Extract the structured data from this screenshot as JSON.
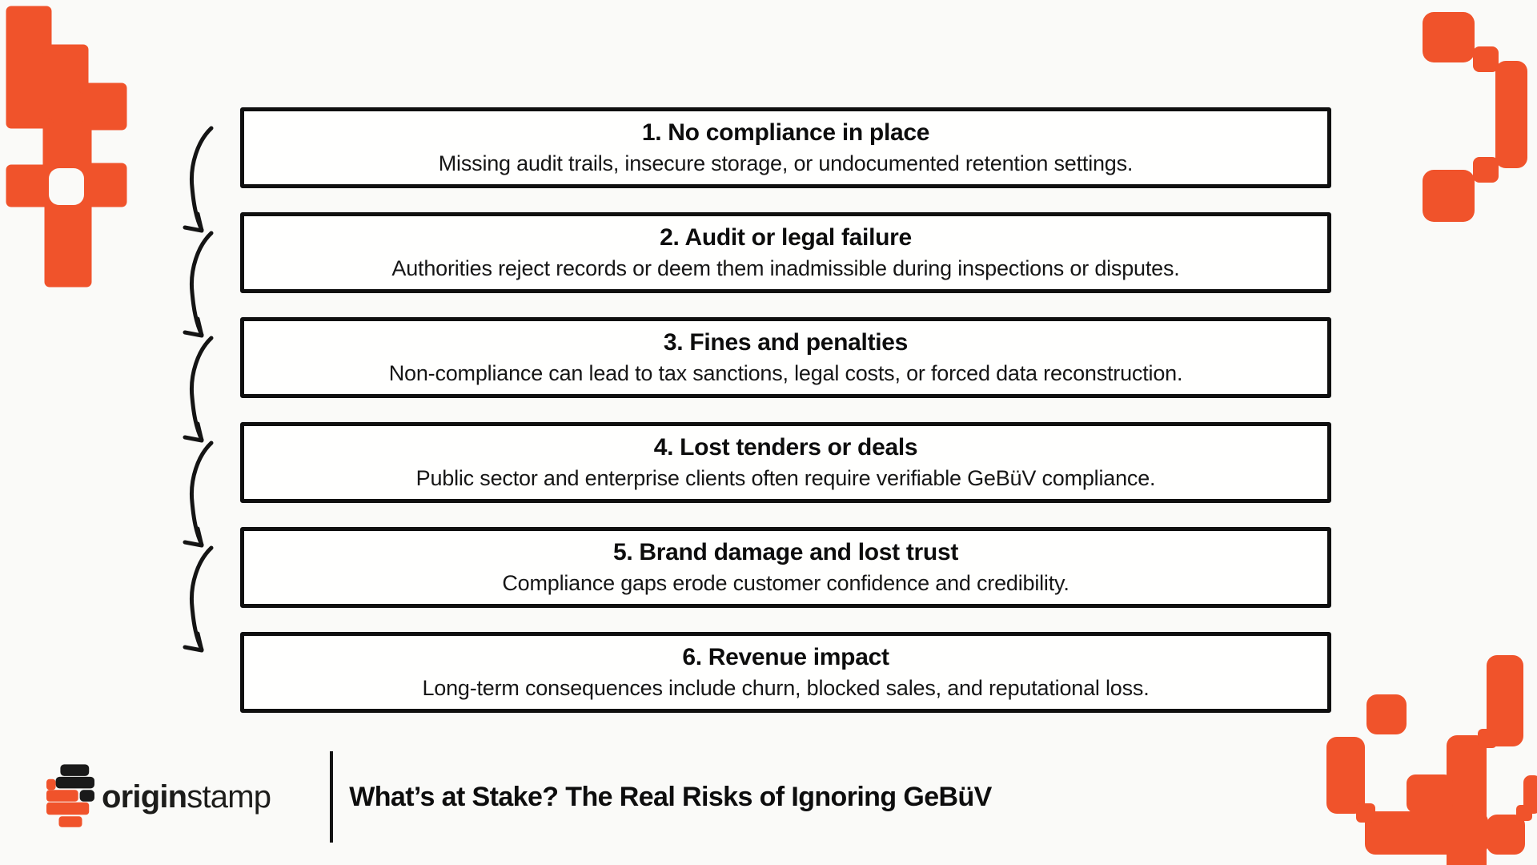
{
  "colors": {
    "accent": "#F0532B",
    "ink": "#131313",
    "background": "#FAFAF8",
    "box_background": "#FFFFFE"
  },
  "steps": [
    {
      "title": "1. No compliance in place",
      "description": "Missing audit trails, insecure storage, or undocumented retention settings."
    },
    {
      "title": "2. Audit or legal failure",
      "description": "Authorities reject records or deem them inadmissible during inspections or disputes."
    },
    {
      "title": "3. Fines and penalties",
      "description": "Non-compliance can lead to tax sanctions, legal costs, or forced data reconstruction."
    },
    {
      "title": "4. Lost tenders or deals",
      "description": "Public sector and enterprise clients often require verifiable GeBüV compliance."
    },
    {
      "title": "5. Brand damage and lost trust",
      "description": "Compliance gaps erode customer confidence and credibility."
    },
    {
      "title": "6. Revenue impact",
      "description": "Long-term consequences include churn, blocked sales, and reputational loss."
    }
  ],
  "footer": {
    "brand_bold": "origin",
    "brand_regular": "stamp",
    "title": "What’s at Stake? The Real Risks of Ignoring GeBüV"
  },
  "decorations": [
    "pixel-cluster-top-left",
    "pixel-cluster-top-right",
    "pixel-cluster-bottom-right",
    "originstamp-logo-icon",
    "curved-flow-arrows"
  ]
}
